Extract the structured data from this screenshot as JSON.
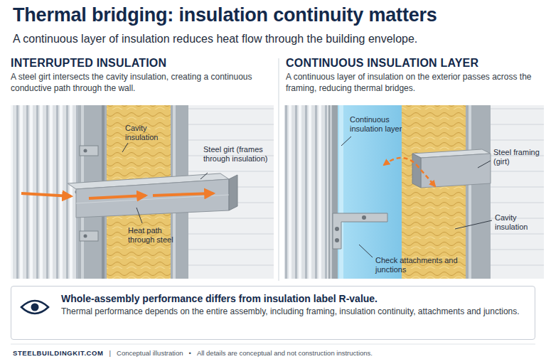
{
  "diagram": {
    "title": "Thermal bridging: insulation continuity matters",
    "nodes": [
      {
        "text": [
          "INTERRUPTED INSULATION",
          "A steel girt intersects the cavity insulation, creating a continuous conductive path through the wall."
        ]
      },
      {
        "text": [
          "CONTINUOUS INSULATION LAYER",
          "A continuous layer of insulation on the exterior passes across the framing, reducing thermal bridges."
        ]
      },
      {
        "text": [
          "Whole-assembly performance differs from insulation label R-value.",
          "Thermal performance depends on the entire assembly, including framing, insulation continuity, attachments and junctions."
        ]
      }
    ],
    "labels": [
      "A continuous layer of insulation reduces heat flow through the building envelope.",
      "Cavity insulation",
      "Steel girt (frames through insulation)",
      "Heat path through steel",
      "Continuous insulation layer",
      "Steel framing (girt)",
      "Cavity insulation",
      "Check attachments and junctions",
      "STEELBUILDINGKIT.COM",
      "|",
      "Conceptual illustration",
      "•",
      "All details are conceptual and not construction instructions."
    ]
  }
}
